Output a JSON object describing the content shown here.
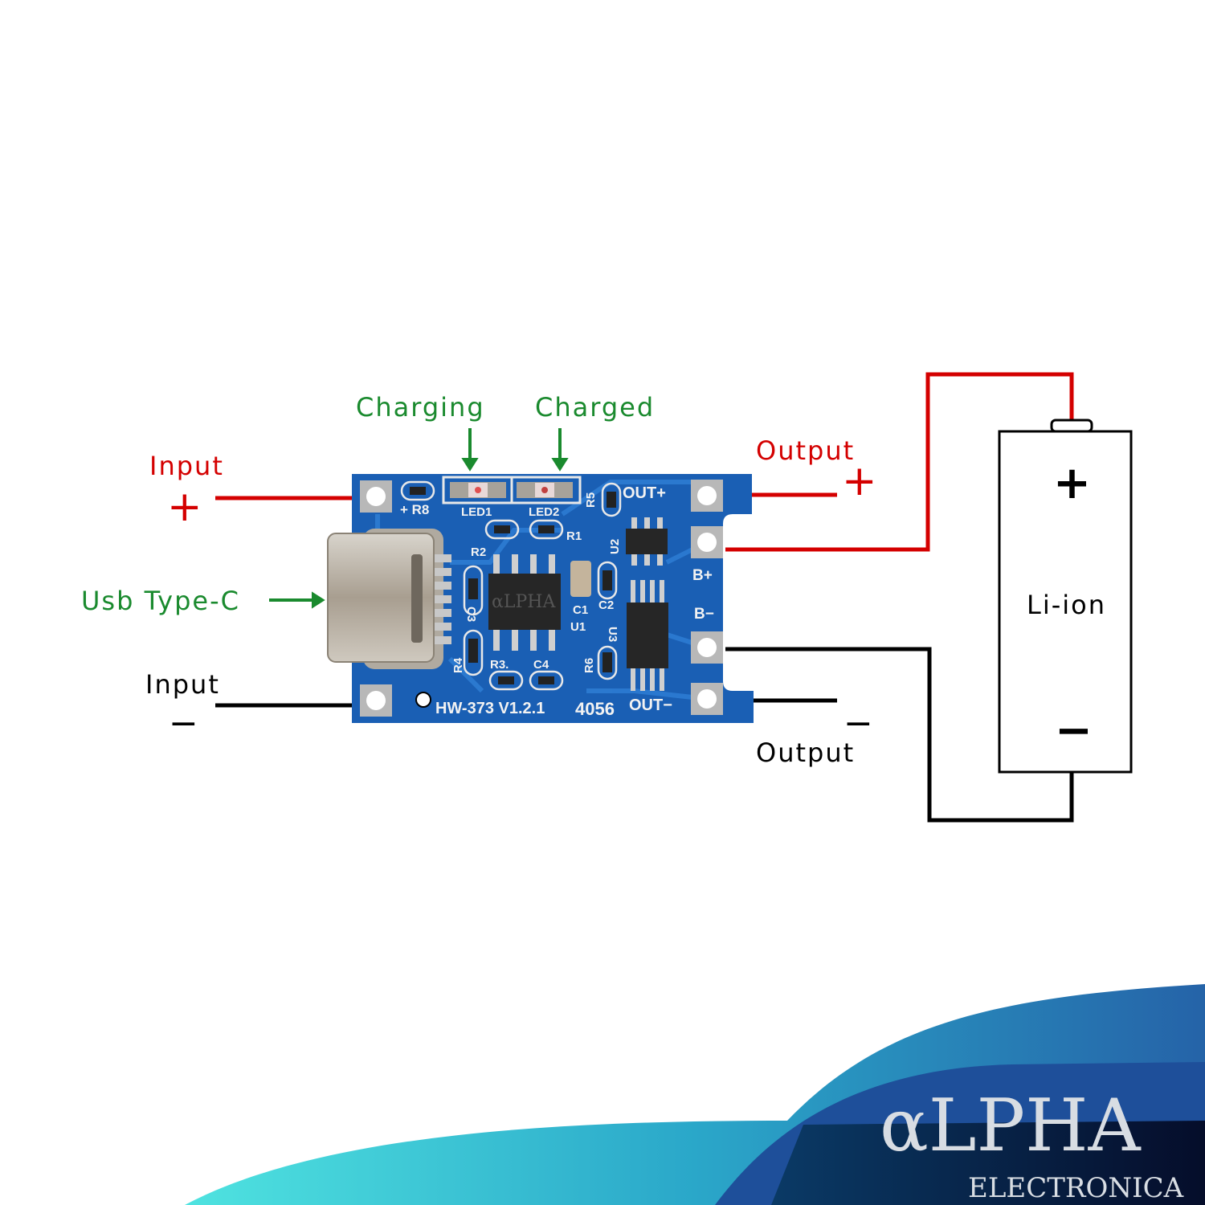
{
  "labels": {
    "input_pos": "Input",
    "input_pos_sign": "+",
    "usb": "Usb Type-C",
    "input_neg": "Input",
    "input_neg_sign": "−",
    "charging": "Charging",
    "charged": "Charged",
    "output_pos": "Output",
    "output_pos_sign": "+",
    "output_neg": "Output",
    "output_neg_sign": "−"
  },
  "battery": {
    "label": "Li-ion",
    "plus": "+",
    "minus": "−"
  },
  "pcb": {
    "model": "HW-373 V1.2.1",
    "chip": "4056",
    "chip_marking": "αLPHA",
    "silk": {
      "out_pos": "OUT+",
      "out_neg": "OUT−",
      "b_pos": "B+",
      "b_neg": "B−",
      "r8": "+ R8",
      "led1": "LED1",
      "led2": "LED2",
      "r1": "R1",
      "r2": "R2",
      "r3": "R3.",
      "r4": "R4",
      "r5": "R5",
      "r6": "R6",
      "c1": "C1",
      "c2": "C2",
      "c3": "C3",
      "c4": "C4",
      "u1": "U1",
      "u2": "U2",
      "u3": "U3"
    }
  },
  "logo": {
    "main": "αLPHA",
    "sub": "ELECTRONICA"
  },
  "colors": {
    "red": "#d40000",
    "green": "#1a8a2e",
    "black": "#000000",
    "pcb": "#1a5fb4"
  }
}
